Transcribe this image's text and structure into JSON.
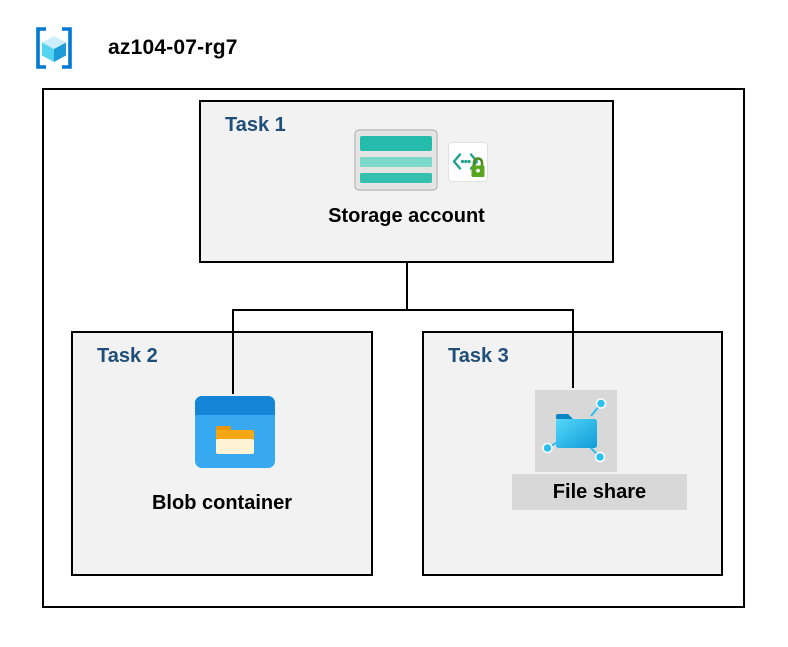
{
  "header": {
    "title": "az104-07-rg7",
    "icon": "azure-resource-group-icon"
  },
  "tasks": {
    "task1": {
      "label": "Task 1",
      "item": "Storage account",
      "icons": [
        "storage-account-icon",
        "access-policy-lock-icon"
      ]
    },
    "task2": {
      "label": "Task 2",
      "item": "Blob container",
      "icons": [
        "blob-container-icon"
      ]
    },
    "task3": {
      "label": "Task 3",
      "item": "File share",
      "icons": [
        "file-share-icon"
      ]
    }
  },
  "colors": {
    "task_label": "#1f4e79",
    "box_fill": "#f2f2f2",
    "outline": "#000000",
    "brand_blue": "#0078d4",
    "storage_teal": "#26bcab",
    "storage_teal_light": "#7cd9ca",
    "storage_teal_mid": "#35bfae",
    "key_teal": "#1fa28e",
    "lock_green": "#5aa51e",
    "blob_dark": "#1585d8",
    "blob_light": "#38a8f0",
    "folder_orange": "#f7a616",
    "file_cyan": "#2bc0ef",
    "file_gray": "#d8d8d8"
  }
}
